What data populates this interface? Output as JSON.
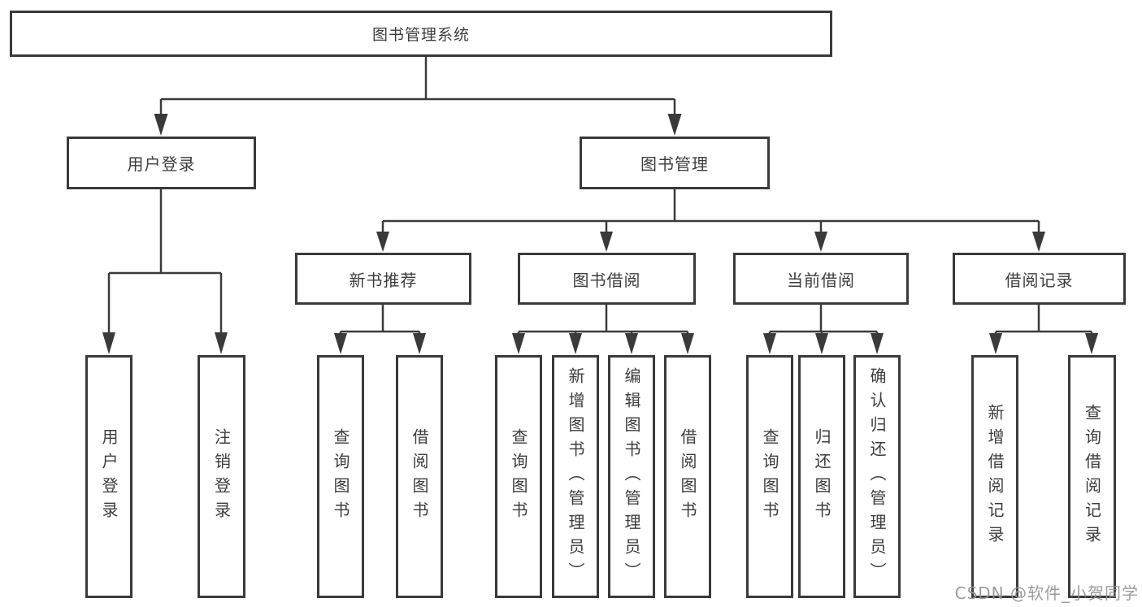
{
  "root": {
    "label": "图书管理系统",
    "children": [
      {
        "label": "用户登录",
        "children": [
          {
            "label": "用户登录"
          },
          {
            "label": "注销登录"
          }
        ]
      },
      {
        "label": "图书管理",
        "children": [
          {
            "label": "新书推荐",
            "children": [
              {
                "label": "查询图书"
              },
              {
                "label": "借阅图书"
              }
            ]
          },
          {
            "label": "图书借阅",
            "children": [
              {
                "label": "查询图书"
              },
              {
                "label": "新增图书（管理员）"
              },
              {
                "label": "编辑图书（管理员）"
              },
              {
                "label": "借阅图书"
              }
            ]
          },
          {
            "label": "当前借阅",
            "children": [
              {
                "label": "查询图书"
              },
              {
                "label": "归还图书"
              },
              {
                "label": "确认归还（管理员）"
              }
            ]
          },
          {
            "label": "借阅记录",
            "children": [
              {
                "label": "新增借阅记录"
              },
              {
                "label": "查询借阅记录"
              }
            ]
          }
        ]
      }
    ]
  },
  "watermark": {
    "text": "CSDN @软件_小贺同学"
  },
  "colors": {
    "line": "#3a3a3a",
    "text": "#3d3d3d",
    "watermark": "#949494",
    "background": "#ffffff"
  }
}
